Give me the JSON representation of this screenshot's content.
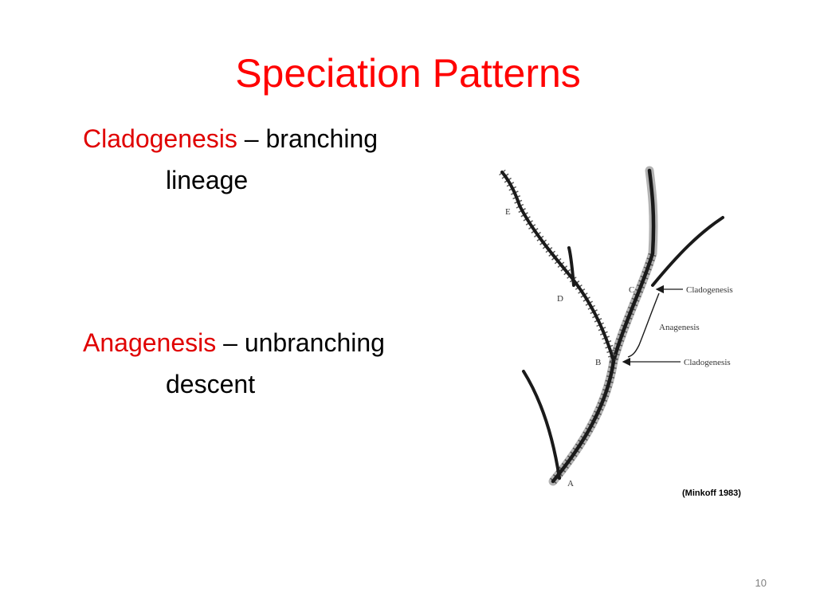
{
  "slide": {
    "title": "Speciation Patterns",
    "page_number": "10"
  },
  "bullets": [
    {
      "term": "Cladogenesis",
      "sep": " – ",
      "desc": "branching",
      "cont": "lineage"
    },
    {
      "term": "Anagenesis",
      "sep": " – ",
      "desc": "unbranching",
      "cont": "descent"
    }
  ],
  "figure": {
    "node_labels": [
      "A",
      "B",
      "C",
      "D",
      "E"
    ],
    "annotations": {
      "upper": "Cladogenesis",
      "middle": "Anagenesis",
      "lower": "Cladogenesis"
    },
    "credit": "(Minkoff 1983)"
  },
  "colors": {
    "title": "#ff0000",
    "term": "#e00000",
    "text": "#000000",
    "lineage": "#1a1a1a",
    "highlight": "#b3b3b3"
  }
}
